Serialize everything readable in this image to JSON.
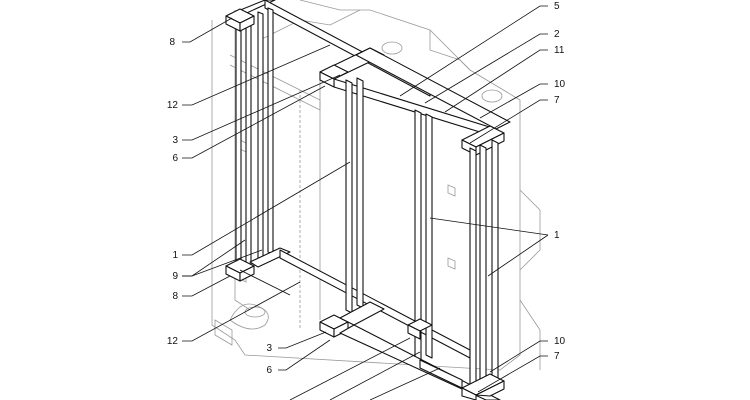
{
  "callouts": [
    {
      "id": "c8a",
      "text": "8"
    },
    {
      "id": "c12a",
      "text": "12"
    },
    {
      "id": "c3a",
      "text": "3"
    },
    {
      "id": "c6a",
      "text": "6"
    },
    {
      "id": "c5",
      "text": "5"
    },
    {
      "id": "c2",
      "text": "2"
    },
    {
      "id": "c11",
      "text": "11"
    },
    {
      "id": "c10a",
      "text": "10"
    },
    {
      "id": "c7a",
      "text": "7"
    },
    {
      "id": "c1a",
      "text": "1"
    },
    {
      "id": "c1b",
      "text": "1"
    },
    {
      "id": "c9",
      "text": "9"
    },
    {
      "id": "c8b",
      "text": "8"
    },
    {
      "id": "c12b",
      "text": "12"
    },
    {
      "id": "c3b",
      "text": "3"
    },
    {
      "id": "c6b",
      "text": "6"
    },
    {
      "id": "c10b",
      "text": "10"
    },
    {
      "id": "c7b",
      "text": "7"
    }
  ]
}
